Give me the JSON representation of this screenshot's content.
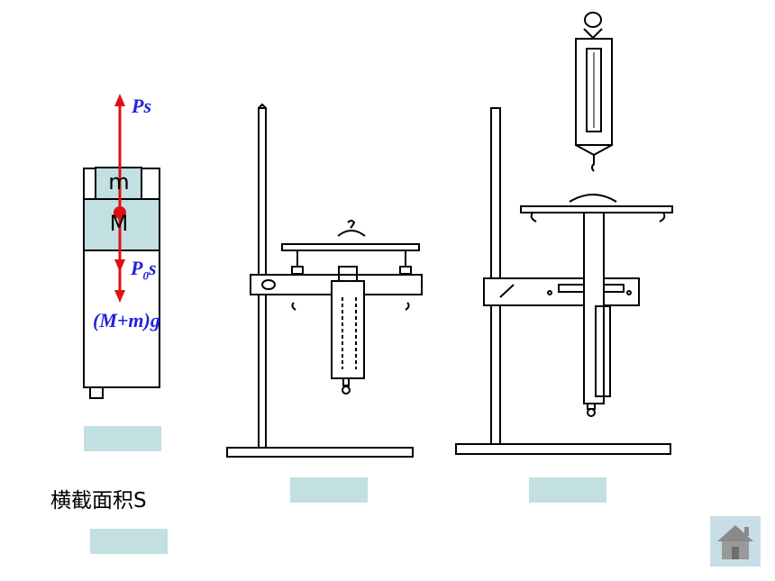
{
  "diagram": {
    "piston_labels": {
      "small_mass": "m",
      "big_mass": "M"
    },
    "forces": {
      "up": "Ps",
      "down_pressure_main": "P",
      "down_pressure_sub": "0",
      "down_pressure_tail": "s",
      "weight": "(M+m)g"
    },
    "cross_section_caption": "横截面积S"
  },
  "colors": {
    "arrow": "#e01010",
    "force_text": "#2222dd",
    "label_box": "#c2dfe2",
    "home_button_bg": "#c9dde6"
  },
  "icons": {
    "home": "home-icon"
  }
}
